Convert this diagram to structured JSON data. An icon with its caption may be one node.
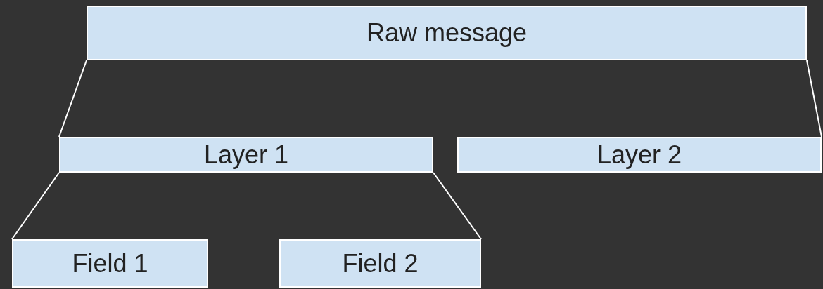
{
  "diagram": {
    "nodes": [
      {
        "text": [
          "Raw message"
        ]
      },
      {
        "text": [
          "Layer 1"
        ]
      },
      {
        "text": [
          "Layer 2"
        ]
      },
      {
        "text": [
          "Field 1"
        ]
      },
      {
        "text": [
          "Field 2"
        ]
      }
    ],
    "edges": [
      {
        "from": 0,
        "to": 1,
        "arrow": "none"
      },
      {
        "from": 0,
        "to": 2,
        "arrow": "none"
      },
      {
        "from": 1,
        "to": 3,
        "arrow": "none"
      },
      {
        "from": 1,
        "to": 4,
        "arrow": "none"
      }
    ]
  }
}
